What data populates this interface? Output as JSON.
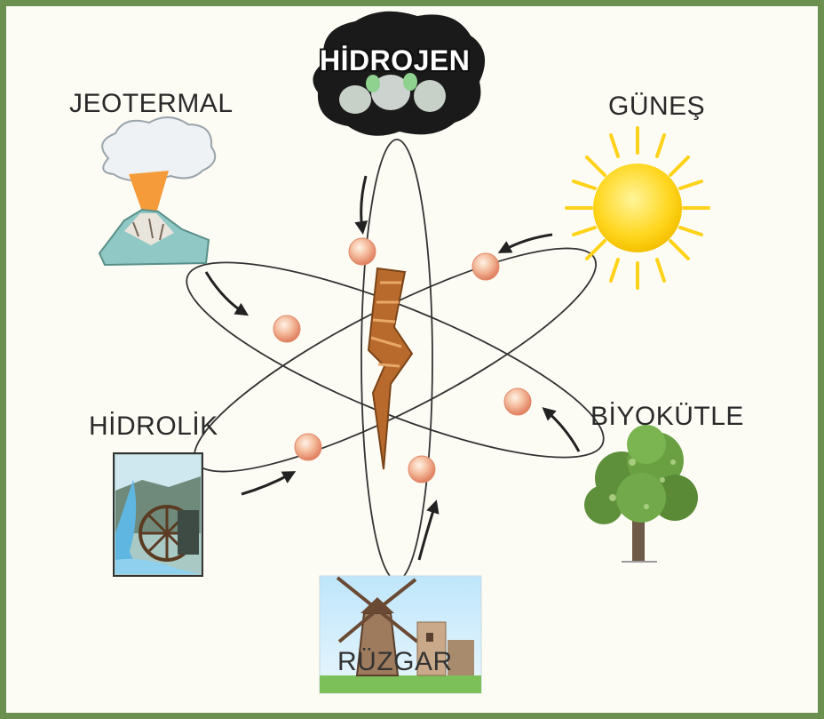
{
  "labels": {
    "hydrogen": "HİDROJEN",
    "geothermal": "JEOTERMAL",
    "solar": "GÜNEŞ",
    "hydraulic": "HİDROLİK",
    "biomass": "BİYOKÜTLE",
    "wind": "RÜZGAR"
  },
  "colors": {
    "frame": "#6b8f4e",
    "sun": "#ffd21a",
    "electron": "#f0a080",
    "bolt": "#b8692c",
    "orbit": "#333333"
  },
  "icons": [
    "hydrogen-cloud-icon",
    "volcano-icon",
    "sun-icon",
    "waterwheel-icon",
    "tree-icon",
    "windmill-icon",
    "lightning-bolt-icon"
  ]
}
